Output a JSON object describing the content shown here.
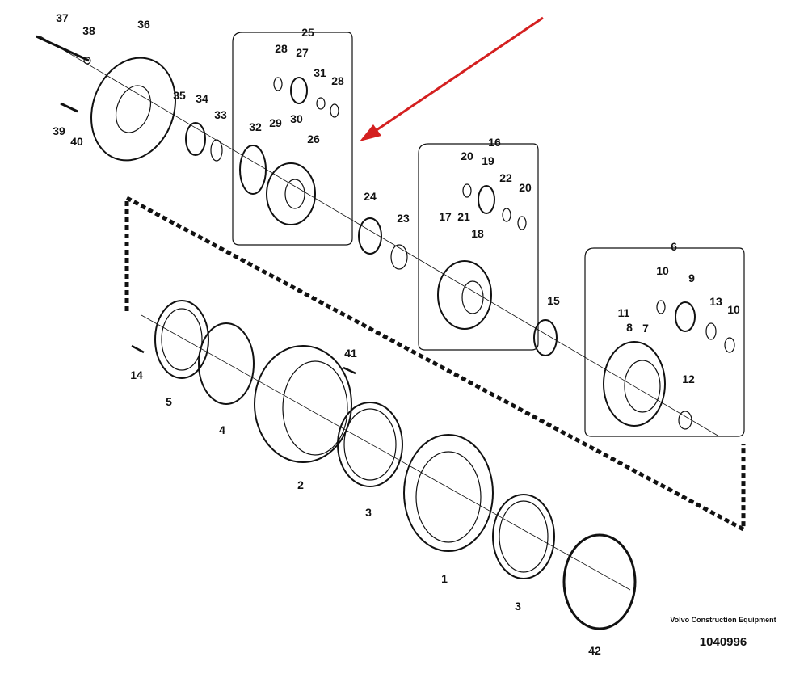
{
  "diagram": {
    "part_labels": [
      "37",
      "38",
      "36",
      "25",
      "28",
      "27",
      "31",
      "28",
      "35",
      "34",
      "33",
      "32",
      "29",
      "30",
      "26",
      "39",
      "40",
      "16",
      "20",
      "19",
      "22",
      "20",
      "24",
      "23",
      "17",
      "21",
      "18",
      "6",
      "10",
      "9",
      "13",
      "10",
      "11",
      "8",
      "15",
      "7",
      "41",
      "14",
      "5",
      "4",
      "12",
      "2",
      "3",
      "1",
      "3",
      "42"
    ],
    "brand": "Volvo Construction Equipment",
    "drawing_number": "1040996",
    "arrow_color": "#d42020",
    "line_color": "#111111"
  }
}
